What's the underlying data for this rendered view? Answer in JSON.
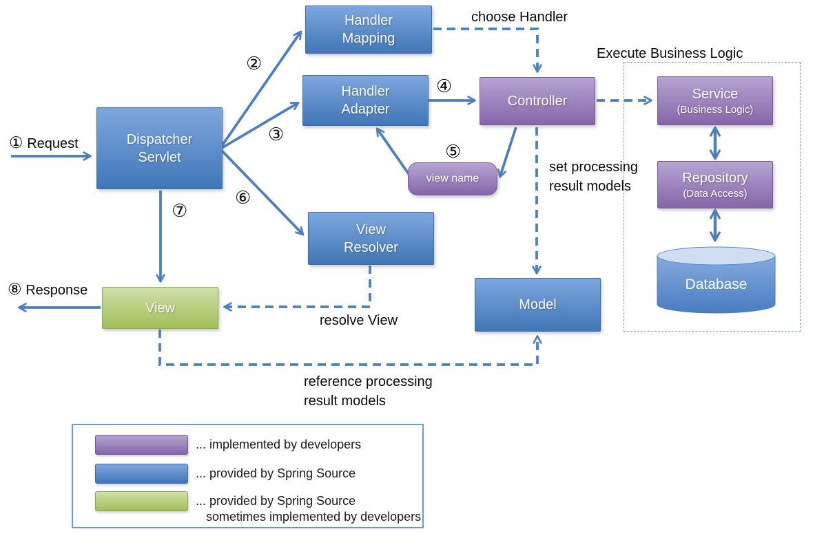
{
  "colors": {
    "arrow_blue": "#4d7fbd",
    "box_blue_top": "#7ea7de",
    "box_blue_bottom": "#4176b6",
    "box_purple_top": "#b5a4d2",
    "box_purple_bottom": "#8566a8",
    "box_green_top": "#d0e0a9",
    "box_green_bottom": "#a2bf5a",
    "database_top_ellipse": "#cfdef5"
  },
  "nodes": {
    "handler_mapping": {
      "lines": [
        "Handler",
        "Mapping"
      ]
    },
    "handler_adapter": {
      "lines": [
        "Handler",
        "Adapter"
      ]
    },
    "dispatcher_servlet": {
      "lines": [
        "Dispatcher",
        "Servlet"
      ]
    },
    "controller": {
      "label": "Controller"
    },
    "view_name": {
      "label": "view name"
    },
    "view_resolver": {
      "lines": [
        "View",
        "Resolver"
      ]
    },
    "view": {
      "label": "View"
    },
    "model": {
      "label": "Model"
    },
    "service": {
      "title": "Service",
      "subtitle": "(Business Logic)"
    },
    "repository": {
      "title": "Repository",
      "subtitle": "(Data Access)"
    },
    "database": {
      "label": "Database"
    }
  },
  "annotations": {
    "request": {
      "num": "①",
      "label": "Request"
    },
    "response": {
      "num": "⑧",
      "label": "Response"
    },
    "choose_handler": "choose Handler",
    "execute_business_logic": "Execute Business Logic",
    "set_processing": [
      "set processing",
      "result models"
    ],
    "resolve_view": "resolve View",
    "reference_processing": [
      "reference processing",
      "result models"
    ],
    "steps": {
      "s2": "②",
      "s3": "③",
      "s4": "④",
      "s5": "⑤",
      "s6": "⑥",
      "s7": "⑦"
    }
  },
  "legend": {
    "items": [
      {
        "swatch": "purple",
        "lines": [
          "... implemented by developers"
        ]
      },
      {
        "swatch": "blue",
        "lines": [
          "... provided by Spring Source"
        ]
      },
      {
        "swatch": "green",
        "lines": [
          "... provided by Spring Source",
          "sometimes implemented by developers"
        ]
      }
    ]
  }
}
